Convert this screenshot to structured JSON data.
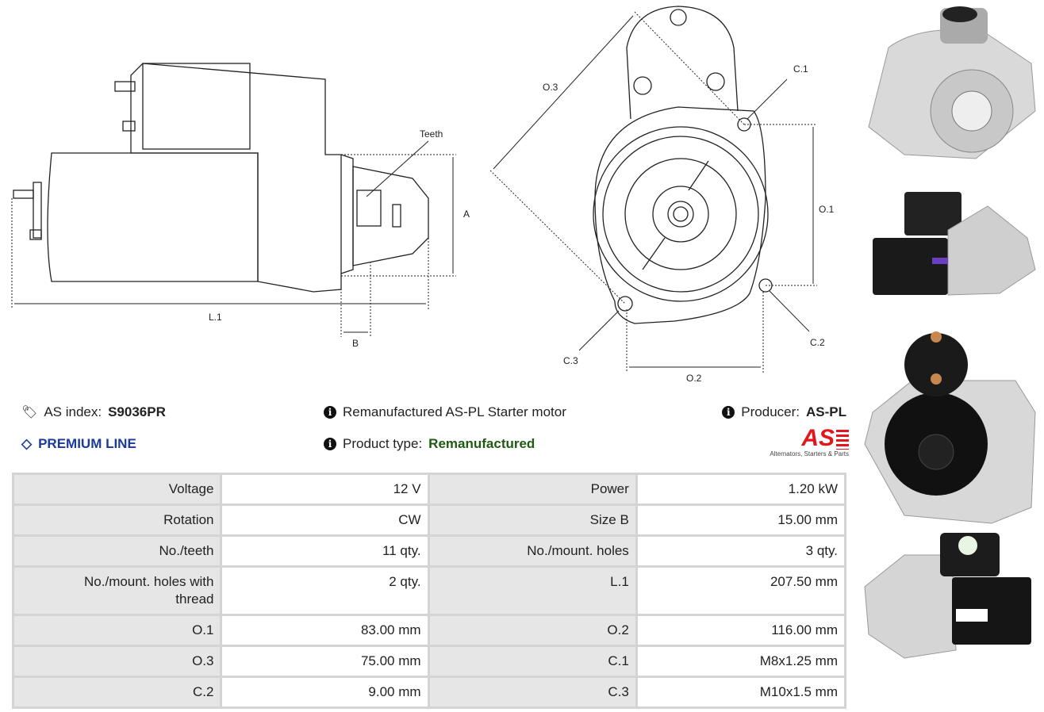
{
  "drawings": {
    "side": {
      "teeth": "Teeth",
      "a": "A",
      "l1": "L.1",
      "b": "B"
    },
    "front": {
      "o3": "O.3",
      "c1": "C.1",
      "o1": "O.1",
      "c2": "C.2",
      "c3": "C.3",
      "o2": "O.2"
    }
  },
  "info": {
    "as_index_label": "AS index:",
    "as_index_value": "S9036PR",
    "premium": "PREMIUM LINE",
    "description": "Remanufactured AS-PL Starter motor",
    "product_type_label": "Product type:",
    "product_type_value": "Remanufactured",
    "producer_label": "Producer:",
    "producer_value": "AS-PL",
    "logo_text": "AS",
    "logo_tagline": "Alternators, Starters & Parts"
  },
  "colors": {
    "premium": "#1a3a9c",
    "product_type": "#1e5a12",
    "logo": "#e3161b"
  },
  "specs": [
    [
      "Voltage",
      "12 V",
      "Power",
      "1.20 kW"
    ],
    [
      "Rotation",
      "CW",
      "Size B",
      "15.00 mm"
    ],
    [
      "No./teeth",
      "11 qty.",
      "No./mount. holes",
      "3 qty."
    ],
    [
      "No./mount. holes with thread",
      "2 qty.",
      "L.1",
      "207.50 mm"
    ],
    [
      "O.1",
      "83.00 mm",
      "O.2",
      "116.00 mm"
    ],
    [
      "O.3",
      "75.00 mm",
      "C.1",
      "M8x1.25 mm"
    ],
    [
      "C.2",
      "9.00 mm",
      "C.3",
      "M10x1.5 mm"
    ]
  ]
}
